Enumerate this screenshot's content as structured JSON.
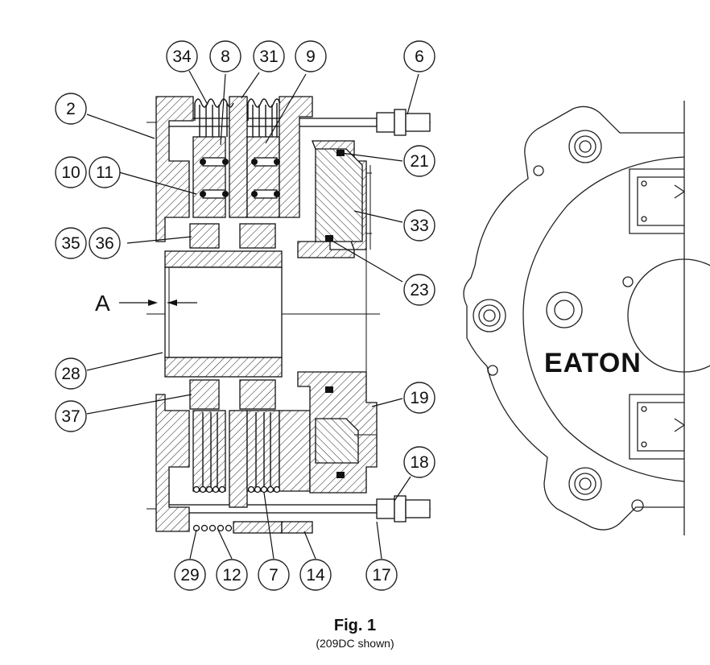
{
  "figure": {
    "title": "Fig. 1",
    "subtitle": "(209DC shown)"
  },
  "section_label": "A",
  "logo_text": "EATON",
  "callouts": [
    {
      "id": "34",
      "label": "34"
    },
    {
      "id": "8",
      "label": "8"
    },
    {
      "id": "31",
      "label": "31"
    },
    {
      "id": "9",
      "label": "9"
    },
    {
      "id": "6",
      "label": "6"
    },
    {
      "id": "2",
      "label": "2"
    },
    {
      "id": "10",
      "label": "10"
    },
    {
      "id": "11",
      "label": "11"
    },
    {
      "id": "21",
      "label": "21"
    },
    {
      "id": "33",
      "label": "33"
    },
    {
      "id": "35",
      "label": "35"
    },
    {
      "id": "36",
      "label": "36"
    },
    {
      "id": "23",
      "label": "23"
    },
    {
      "id": "28",
      "label": "28"
    },
    {
      "id": "19",
      "label": "19"
    },
    {
      "id": "37",
      "label": "37"
    },
    {
      "id": "18",
      "label": "18"
    },
    {
      "id": "29",
      "label": "29"
    },
    {
      "id": "12",
      "label": "12"
    },
    {
      "id": "7",
      "label": "7"
    },
    {
      "id": "14",
      "label": "14"
    },
    {
      "id": "17",
      "label": "17"
    }
  ]
}
